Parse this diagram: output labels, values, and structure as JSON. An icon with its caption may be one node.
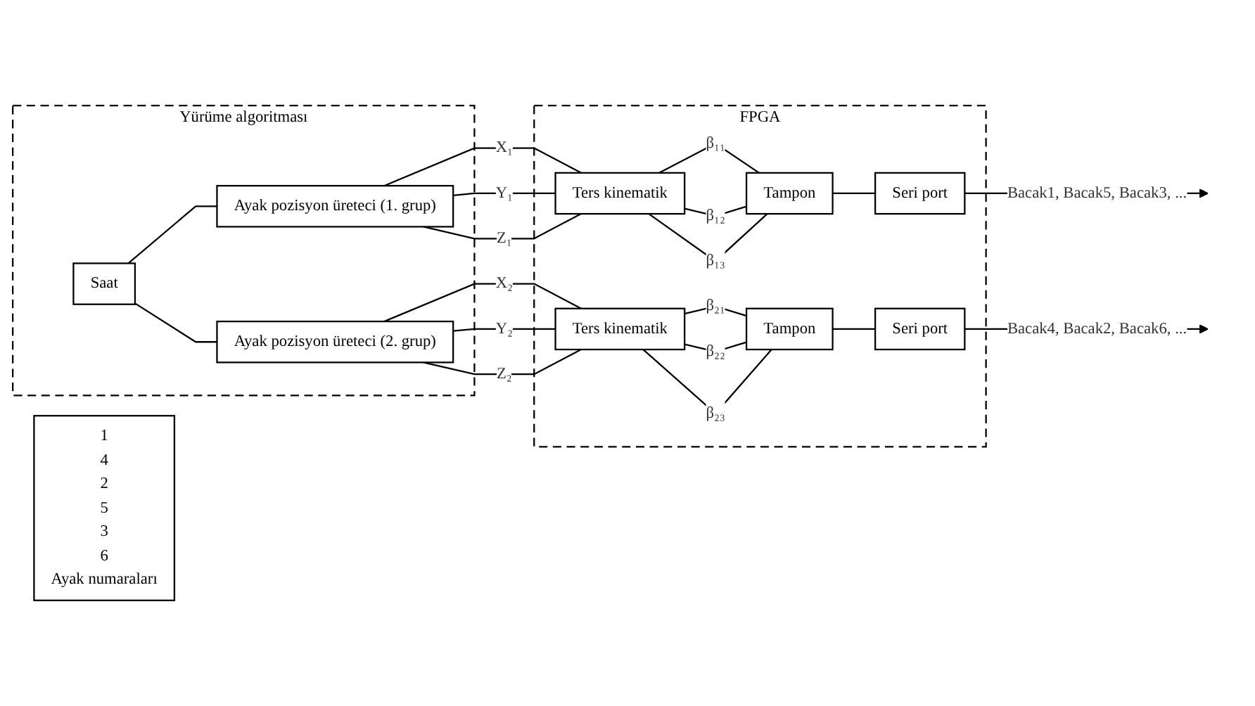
{
  "diagram": {
    "nodes": [
      {
        "text": [
          "Yürüme algoritması"
        ]
      },
      {
        "text": [
          "Ayak pozisyon üreteci (1. grup)"
        ],
        "in": 0
      },
      {
        "text": [
          "Ayak pozisyon üreteci (2. grup)"
        ],
        "in": 0
      },
      {
        "text": [
          "Saat"
        ],
        "in": 0
      },
      {
        "text": [
          "FPGA"
        ]
      },
      {
        "text": [
          "Ters kinematik"
        ],
        "in": 4
      },
      {
        "text": [
          "Tampon"
        ],
        "in": 4
      },
      {
        "text": [
          "Seri port"
        ],
        "in": 4
      },
      {
        "text": [
          "Ters kinematik"
        ],
        "in": 4
      },
      {
        "text": [
          "Tampon"
        ],
        "in": 4
      },
      {
        "text": [
          "Seri port"
        ],
        "in": 4
      },
      {
        "text": [
          "1",
          "4",
          "2",
          "5",
          "3",
          "6",
          "Ayak numaraları"
        ]
      }
    ],
    "edges": [
      {
        "from": 3,
        "to": 1,
        "arrow": "none"
      },
      {
        "from": 3,
        "to": 2,
        "arrow": "none"
      },
      {
        "from": 1,
        "to": 5,
        "label": "X₁",
        "arrow": "none"
      },
      {
        "from": 1,
        "to": 5,
        "label": "Y₁",
        "arrow": "none"
      },
      {
        "from": 1,
        "to": 5,
        "label": "Z₁",
        "arrow": "none"
      },
      {
        "from": 2,
        "to": 8,
        "label": "X₂",
        "arrow": "none"
      },
      {
        "from": 2,
        "to": 8,
        "label": "Y₂",
        "arrow": "none"
      },
      {
        "from": 2,
        "to": 8,
        "label": "Z₂",
        "arrow": "none"
      },
      {
        "from": 5,
        "to": 6,
        "label": "β₁₁",
        "arrow": "none"
      },
      {
        "from": 5,
        "to": 6,
        "label": "β₁₂",
        "arrow": "none"
      },
      {
        "from": 5,
        "to": 6,
        "label": "β₁₃",
        "arrow": "none"
      },
      {
        "from": 8,
        "to": 9,
        "label": "β₂₁",
        "arrow": "none"
      },
      {
        "from": 8,
        "to": 9,
        "label": "β₂₂",
        "arrow": "none"
      },
      {
        "from": 8,
        "to": 9,
        "label": "β₂₃",
        "arrow": "none"
      },
      {
        "from": 6,
        "to": 7,
        "arrow": "none"
      },
      {
        "from": 9,
        "to": 10,
        "arrow": "none"
      },
      {
        "from": 7,
        "to": null,
        "label": "Bacak1, Bacak5, Bacak3, ...",
        "arrow": "to"
      },
      {
        "from": 10,
        "to": null,
        "label": "Bacak4, Bacak2, Bacak6, ...",
        "arrow": "to"
      }
    ]
  }
}
